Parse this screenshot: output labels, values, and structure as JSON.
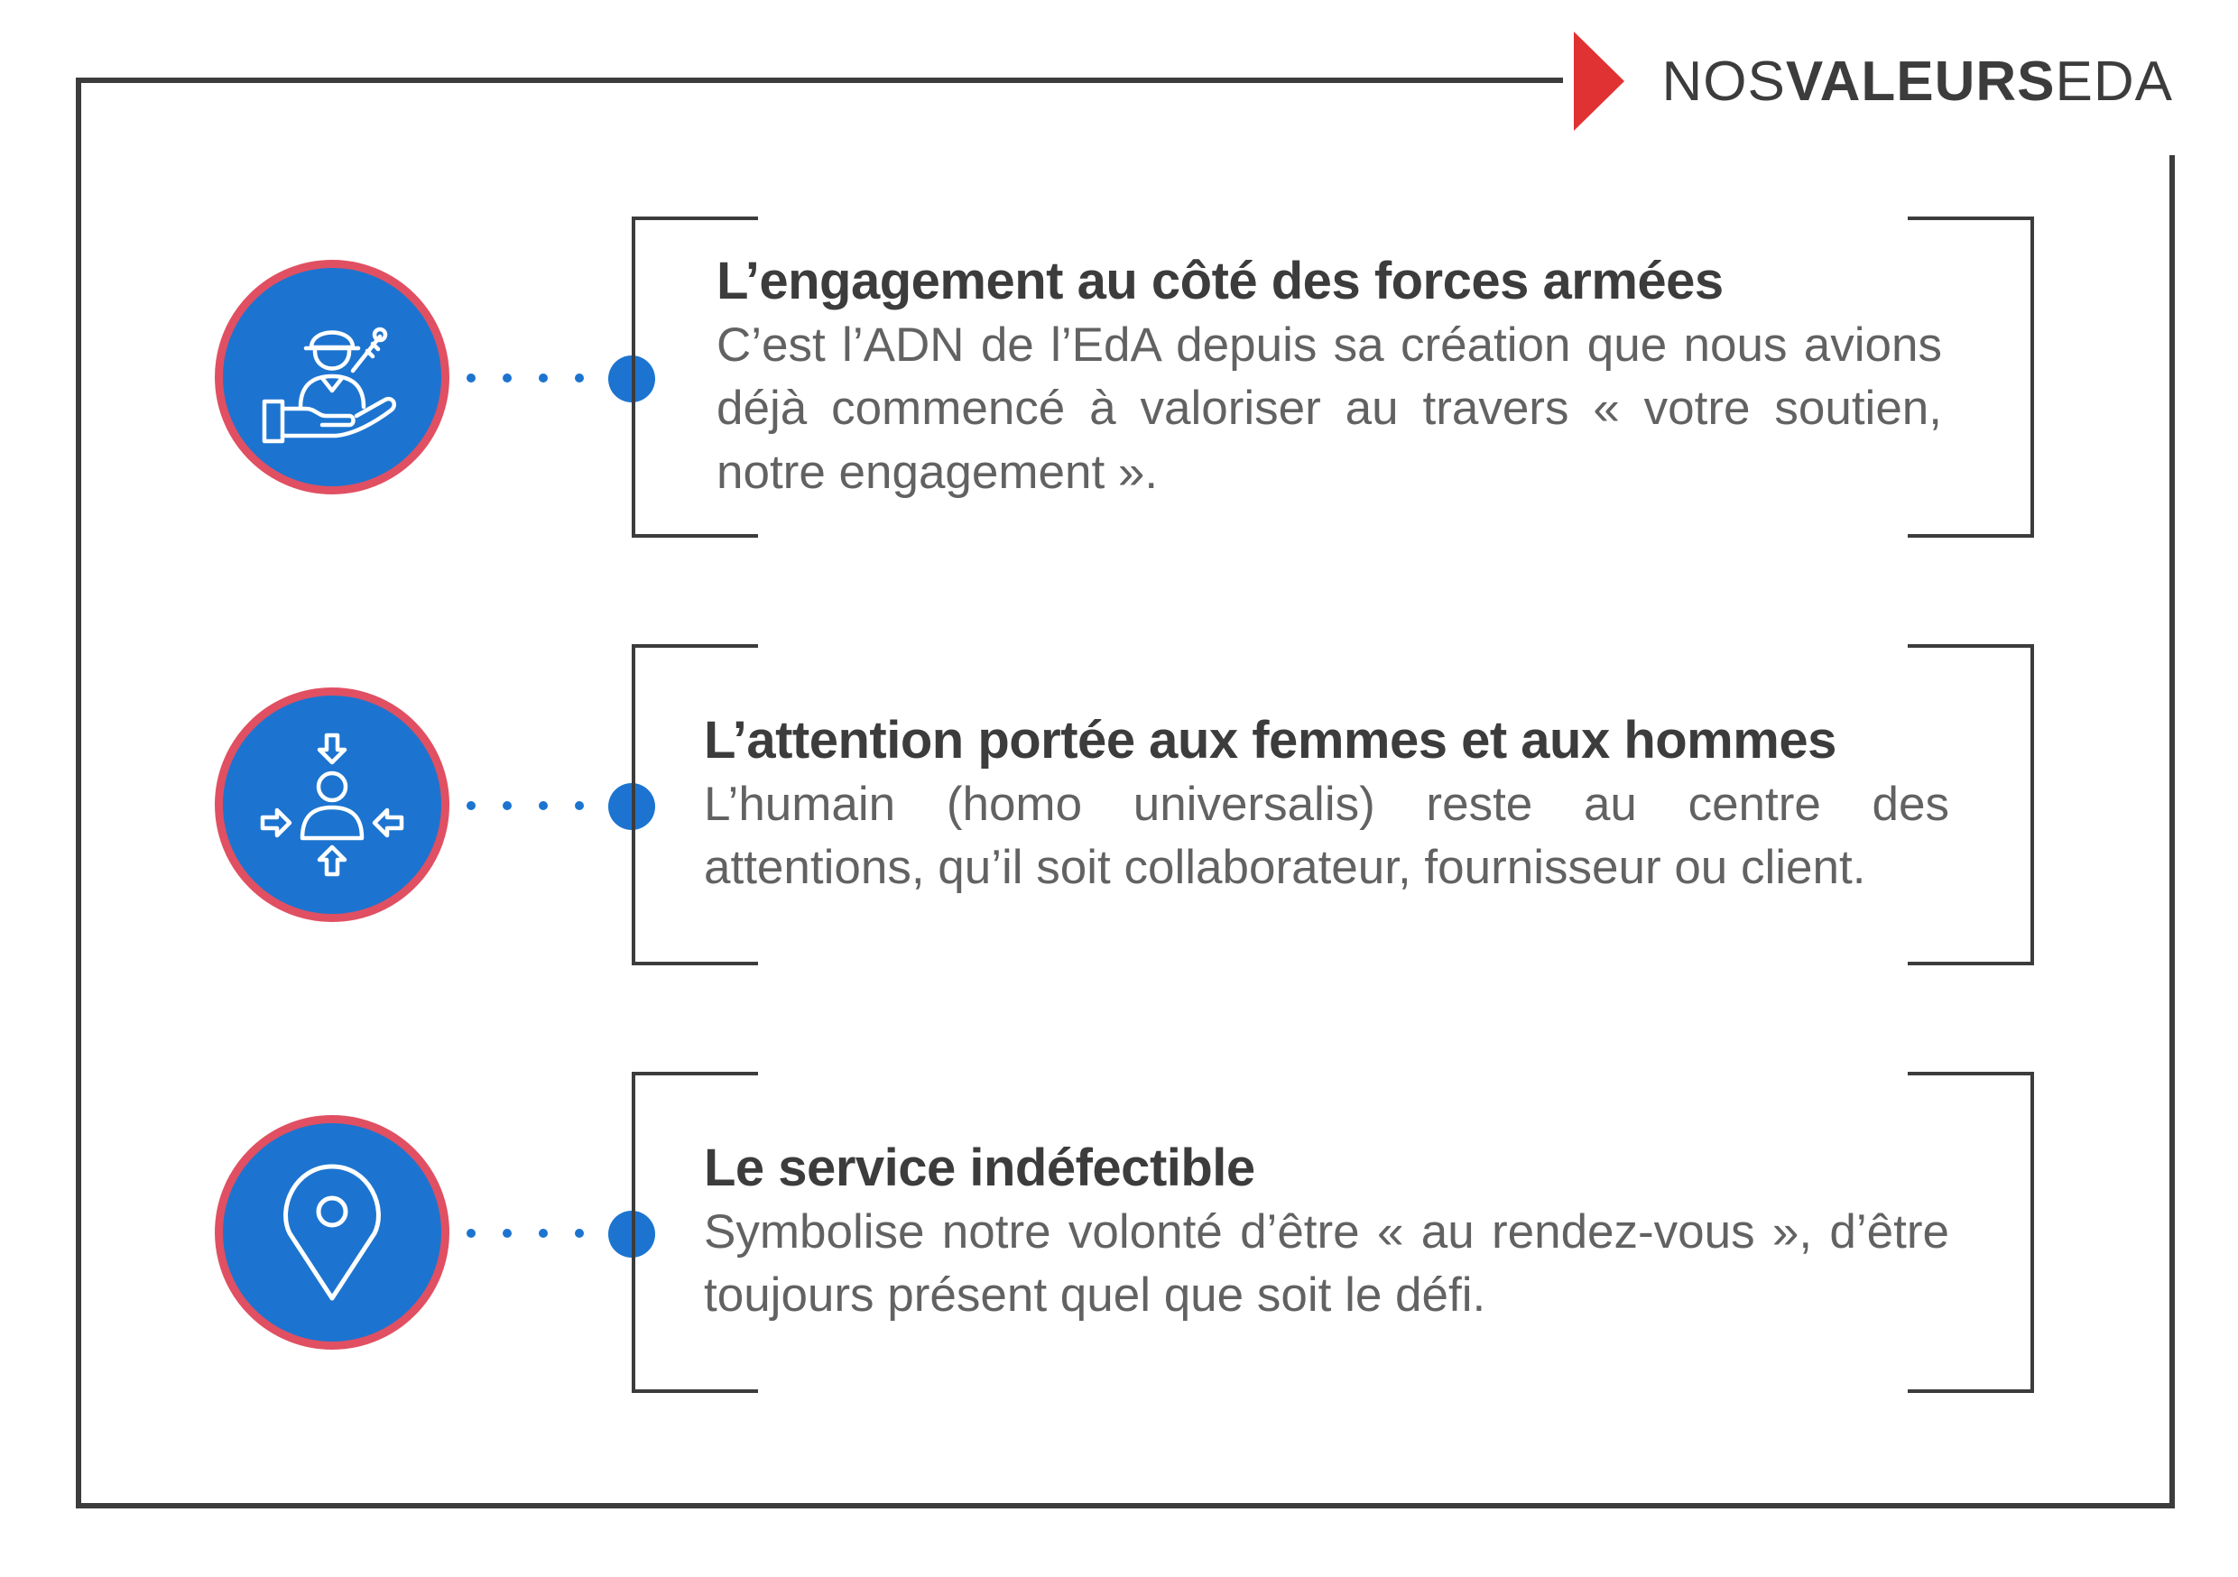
{
  "header": {
    "prefix": "NOS ",
    "bold": "VALEURS",
    "suffix": " EDA",
    "marker_color": "#e03232"
  },
  "colors": {
    "frame": "#3c3c3c",
    "accent_blue": "#1c74d0",
    "circle_border": "#e05062",
    "title_text": "#3c3c3c",
    "body_text": "#626262"
  },
  "values": [
    {
      "icon": "soldier-hand-icon",
      "title": "L’engagement au côté des forces armées",
      "body": "C’est l’ADN de l’EdA depuis sa création que nous avions déjà commencé à valoriser au travers « votre soutien, notre engagement »."
    },
    {
      "icon": "person-focus-icon",
      "title": "L’attention portée aux femmes et aux hommes",
      "body": "L’humain (homo universalis) reste au centre des attentions, qu’il soit collaborateur, fournisseur ou client."
    },
    {
      "icon": "location-pin-icon",
      "title": "Le service indéfectible",
      "body": "Symbolise notre volonté d’être « au rendez-vous », d’être toujours présent quel que soit le défi."
    }
  ]
}
